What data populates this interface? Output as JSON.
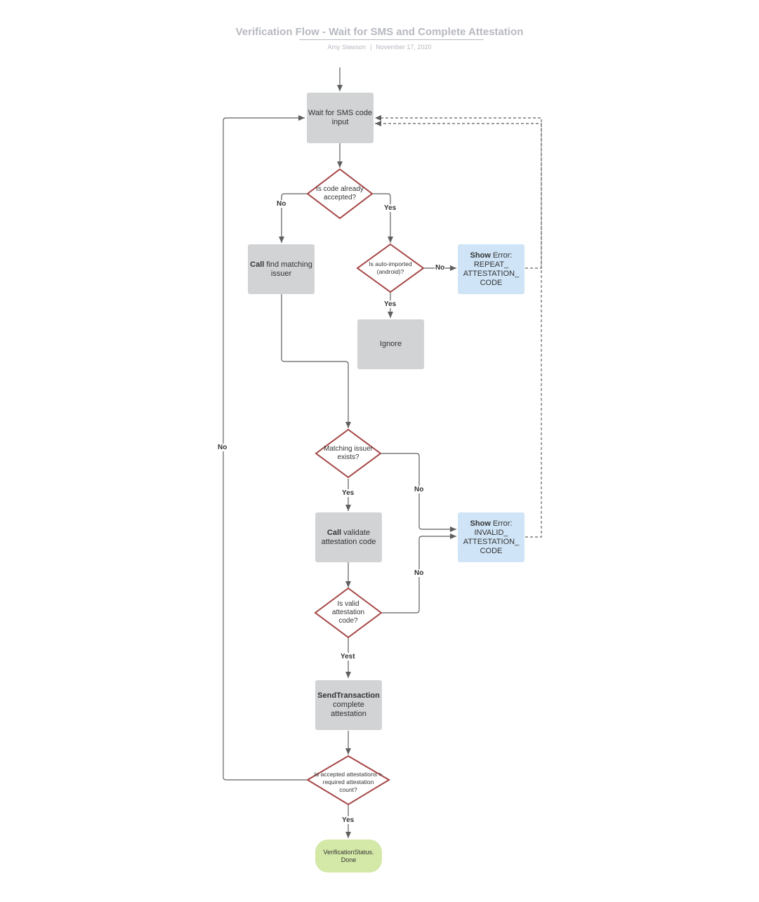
{
  "header": {
    "title": "Verification Flow - Wait for SMS and Complete Attestation",
    "author": "Amy Slawson",
    "separator": "|",
    "date": "November 17, 2020"
  },
  "colors": {
    "process": "#d2d3d5",
    "error": "#cfe4f6",
    "terminal": "#d4e8a8",
    "decision_border": "#a64545",
    "edge": "#5f5f5f"
  },
  "nodes": {
    "wait_sms": {
      "text": "Wait for SMS code input"
    },
    "code_accepted": {
      "text": "Is code already accepted?"
    },
    "find_issuer": {
      "bold": "Call",
      "text": " find matching issuer"
    },
    "auto_imported": {
      "text": "Is auto-imported (android)?"
    },
    "error_repeat": {
      "bold": "Show",
      "text": " Error: REPEAT_ ATTESTATION_ CODE"
    },
    "ignore": {
      "text": "Ignore"
    },
    "issuer_exists": {
      "text": "Matching issuer exists?"
    },
    "validate": {
      "bold": "Call",
      "text": " validate attestation code"
    },
    "error_invalid": {
      "bold": "Show",
      "text": " Error: INVALID_ ATTESTATION_ CODE"
    },
    "valid_code": {
      "text": "Is valid attestation code?"
    },
    "send_tx": {
      "bold": "SendTransaction",
      "text": "complete attestation"
    },
    "count_check": {
      "text": "Is accepted attestations > required attestation count?"
    },
    "done": {
      "text": "VerificationStatus. Done"
    }
  },
  "edge_labels": {
    "accepted_no": "No",
    "accepted_yes": "Yes",
    "auto_no": "No",
    "auto_yes": "Yes",
    "loop_no": "No",
    "exists_no": "No",
    "exists_yes": "Yes",
    "valid_no": "No",
    "valid_yes": "Yest",
    "count_yes": "Yes"
  }
}
